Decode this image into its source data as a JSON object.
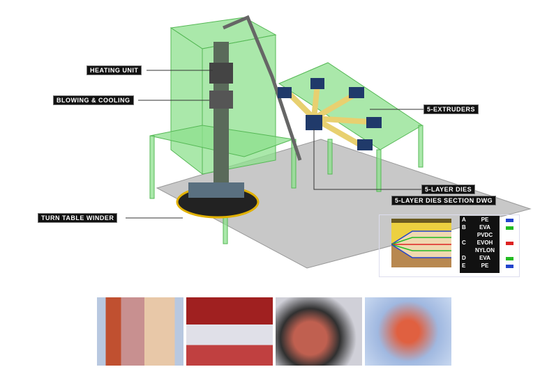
{
  "labels": {
    "heating_unit": "HEATING UNIT",
    "blowing_cooling": "BLOWING & COOLING",
    "extruders": "5-EXTRUDERS",
    "dies": "5-LAYER DIES",
    "dies_section": "5-LAYER DIES SECTION DWG",
    "winder": "TURN TABLE WINDER"
  },
  "legend": [
    {
      "key": "A",
      "material": "PE",
      "color": "#2244cc"
    },
    {
      "key": "B",
      "material": "EVA",
      "color": "#22bb22"
    },
    {
      "key": "",
      "material": "PVDC",
      "color": ""
    },
    {
      "key": "C",
      "material": "EVOH",
      "color": "#dd2222"
    },
    {
      "key": "",
      "material": "NYLON",
      "color": ""
    },
    {
      "key": "D",
      "material": "EVA",
      "color": "#22bb22"
    },
    {
      "key": "E",
      "material": "PE",
      "color": "#2244cc"
    }
  ]
}
